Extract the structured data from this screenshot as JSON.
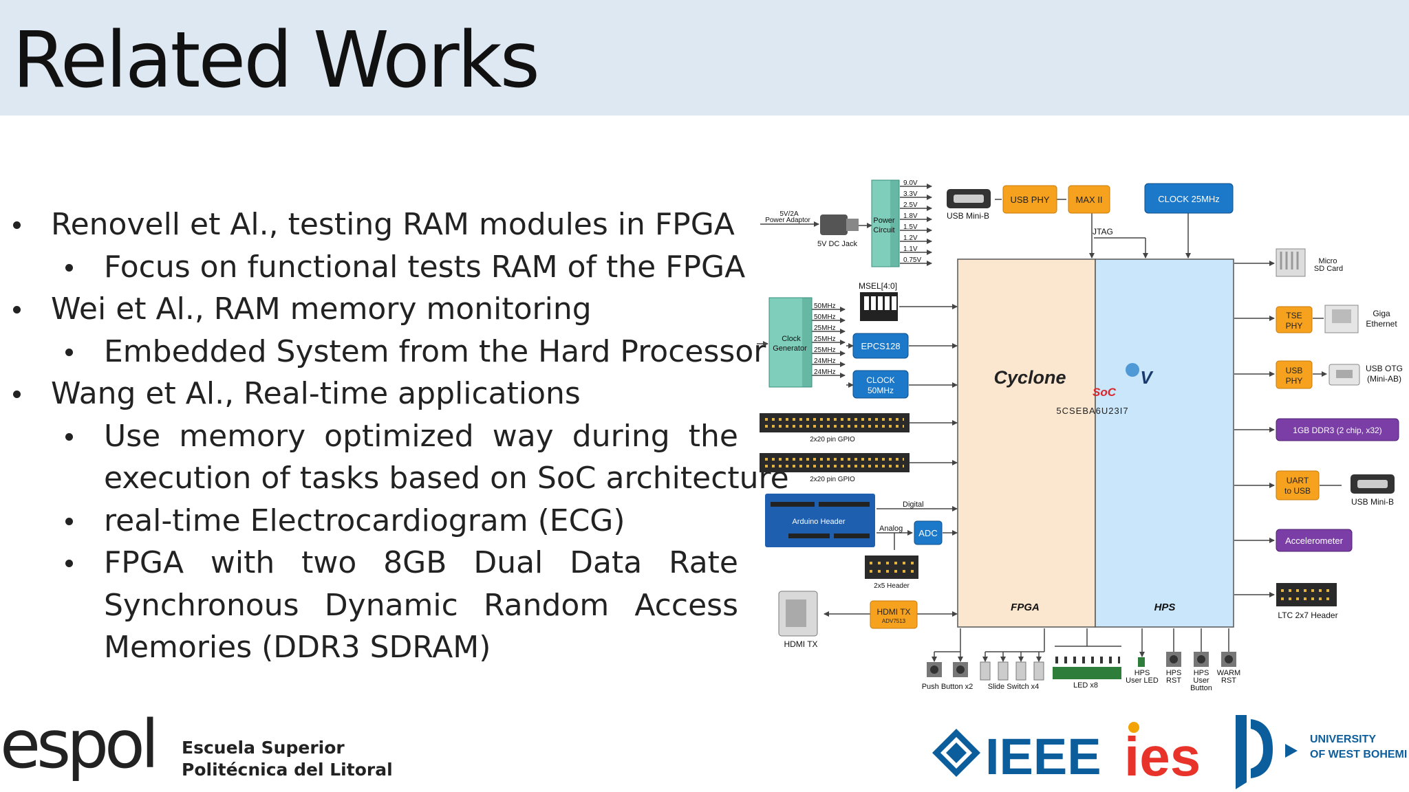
{
  "slide": {
    "title": "Related Works",
    "bullets": [
      {
        "level": 1,
        "text": "Renovell et Al., testing RAM modules in FPGA"
      },
      {
        "level": 2,
        "text": "Focus on functional tests RAM of the FPGA"
      },
      {
        "level": 1,
        "text": "Wei et Al., RAM memory monitoring"
      },
      {
        "level": 2,
        "text": "Embedded System from the Hard Processor"
      },
      {
        "level": 1,
        "text": "Wang et Al., Real-time applications"
      },
      {
        "level": 2,
        "text": "Use memory optimized way during the"
      },
      {
        "level": 2,
        "text": "execution of tasks based on SoC architecture"
      },
      {
        "level": 2,
        "text": "real-time Electrocardiogram (ECG)"
      },
      {
        "level": 2,
        "text": "FPGA with two 8GB Dual Data Rate"
      },
      {
        "level": 2,
        "text": "Synchronous Dynamic Random Access"
      },
      {
        "level": 2,
        "text": "Memories (DDR3 SDRAM)"
      }
    ]
  },
  "diagram": {
    "power": {
      "adaptor": [
        "5V/2A",
        "Power Adaptor"
      ],
      "jack": "5V DC Jack",
      "circuit": [
        "Power",
        "Circuit"
      ],
      "voltages": [
        "9.0V",
        "3.3V",
        "2.5V",
        "1.8V",
        "1.5V",
        "1.2V",
        "1.1V",
        "0.75V"
      ]
    },
    "usb_mini_top": "USB Mini-B",
    "usb_phy": "USB PHY",
    "max2": "MAX II",
    "clock25": "CLOCK 25MHz",
    "jtag": "JTAG",
    "msel": "MSEL[4:0]",
    "clock_gen": [
      "Clock",
      "Generator"
    ],
    "freqs": [
      "50MHz",
      "50MHz",
      "25MHz",
      "25MHz",
      "25MHz",
      "24MHz",
      "24MHz"
    ],
    "epcs": "EPCS128",
    "clock50": [
      "CLOCK",
      "50MHz"
    ],
    "gpio": "2x20 pin GPIO",
    "arduino": "Arduino Header",
    "digital": "Digital",
    "analog": "Analog",
    "adc": "ADC",
    "header2x5": "2x5 Header",
    "hdmi_tx_chip": [
      "HDMI TX",
      "ADV7513"
    ],
    "hdmi_tx": "HDMI TX",
    "chip_brand": "Cyclone",
    "chip_v": "V",
    "chip_soc": "SoC",
    "chip_part": "5CSEBA6U23I7",
    "fpga": "FPGA",
    "hps": "HPS",
    "right": {
      "micro_sd": [
        "Micro",
        "SD Card"
      ],
      "tse_phy": [
        "TSE",
        "PHY"
      ],
      "giga": [
        "Giga",
        "Ethernet"
      ],
      "usb_phy": [
        "USB",
        "PHY"
      ],
      "usb_otg": [
        "USB OTG",
        "(Mini-AB)"
      ],
      "ddr3": "1GB DDR3 (2 chip, x32)",
      "uart": [
        "UART",
        "to USB"
      ],
      "usb_mini": "USB Mini-B",
      "accel": "Accelerometer",
      "ltc": "LTC 2x7 Header"
    },
    "bottom": {
      "push": "Push Button x2",
      "slide": "Slide Switch x4",
      "led": "LED x8",
      "hps_led": [
        "HPS",
        "User LED"
      ],
      "hps_rst": [
        "HPS",
        "RST"
      ],
      "hps_user_btn": [
        "HPS",
        "User",
        "Button"
      ],
      "warm_rst": [
        "WARM",
        "RST"
      ]
    }
  },
  "footer": {
    "espol_word": "espol",
    "espol_sub": [
      "Escuela Superior",
      "Politécnica del Litoral"
    ],
    "ieee": "IEEE",
    "ies": "ies",
    "uwb": [
      "UNIVERSITY",
      "OF WEST BOHEMIA"
    ]
  },
  "colors": {
    "header_bg": "#dde8f3",
    "fpga_fill": "#fbe7cf",
    "hps_fill": "#c9e6fb",
    "orange": "#f6a21e",
    "blue_chip": "#1c78c8",
    "purple": "#7a3ea6",
    "teal": "#7fcdbb",
    "ieee_blue": "#0c5d9c",
    "ies_red": "#e8332a"
  }
}
